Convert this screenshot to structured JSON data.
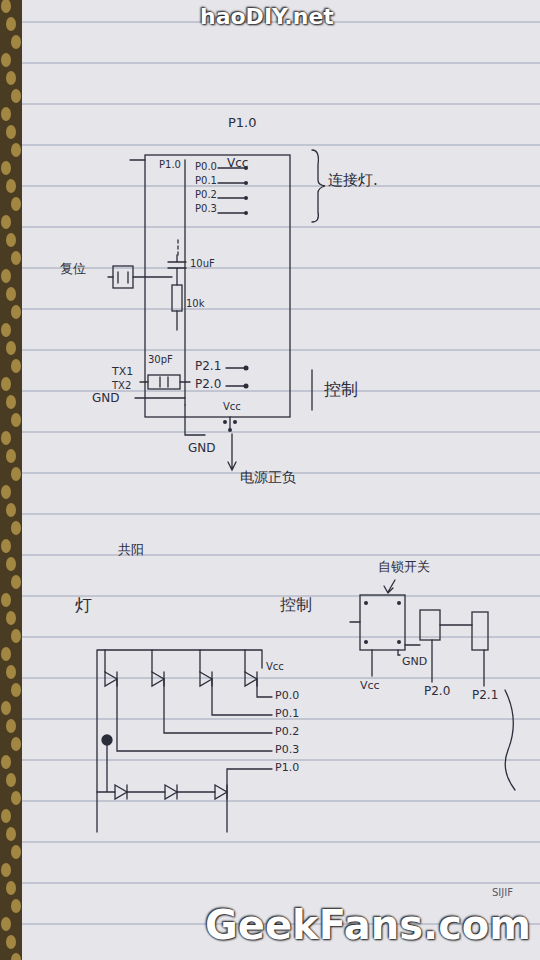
{
  "diagram": {
    "nodes": [
      {
        "text": [
          "P1.0",
          "Vcc",
          "P0.0",
          "P0.1",
          "P0.2",
          "P0.3",
          "P2.1",
          "P2.0",
          "Vcc"
        ]
      }
    ],
    "labels": [
      "haoDIY.net",
      "P1.0",
      "连接灯.",
      "复位",
      "10uF",
      "10k",
      "30pF",
      "TX1",
      "TX2",
      "GND",
      "控制",
      "GND",
      "电源正负",
      "共阳",
      "灯",
      "控制",
      "自锁开关",
      "Vcc",
      "P0.0",
      "P0.1",
      "P0.2",
      "P0.3",
      "P1.0",
      "Vcc",
      "GND",
      "P2.0",
      "P2.1",
      "SIJIF",
      "GeekFans.com"
    ]
  }
}
